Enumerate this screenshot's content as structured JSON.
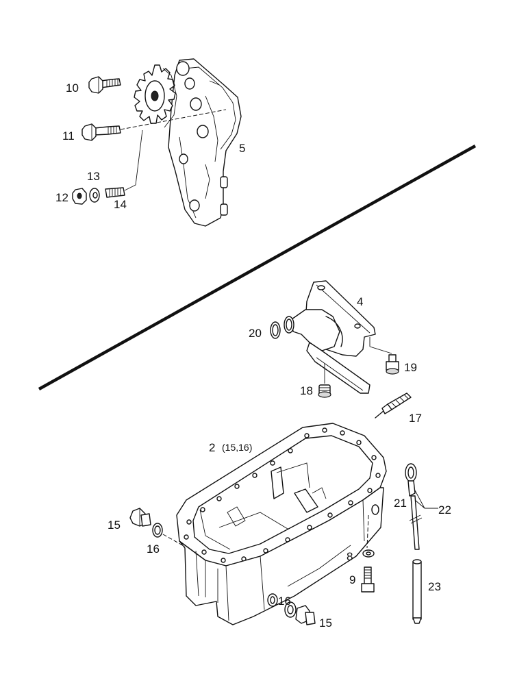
{
  "labels": {
    "p10": "10",
    "p11": "11",
    "p5": "5",
    "p13": "13",
    "p12": "12",
    "p14": "14",
    "p4": "4",
    "p20": "20",
    "p19": "19",
    "p18": "18",
    "p17": "17",
    "p2": "2",
    "p2_sub": "(15,16)",
    "p21": "21",
    "p22": "22",
    "p15a": "15",
    "p16a": "16",
    "p8": "8",
    "p9": "9",
    "p23": "23",
    "p16b": "16",
    "p15b": "15"
  },
  "icons": {
    "oil_pump": "oil-pump-icon",
    "pump_gear": "gear-icon",
    "suction_strainer": "strainer-icon",
    "oil_sump": "oil-sump-icon",
    "dipstick": "dipstick-icon"
  }
}
